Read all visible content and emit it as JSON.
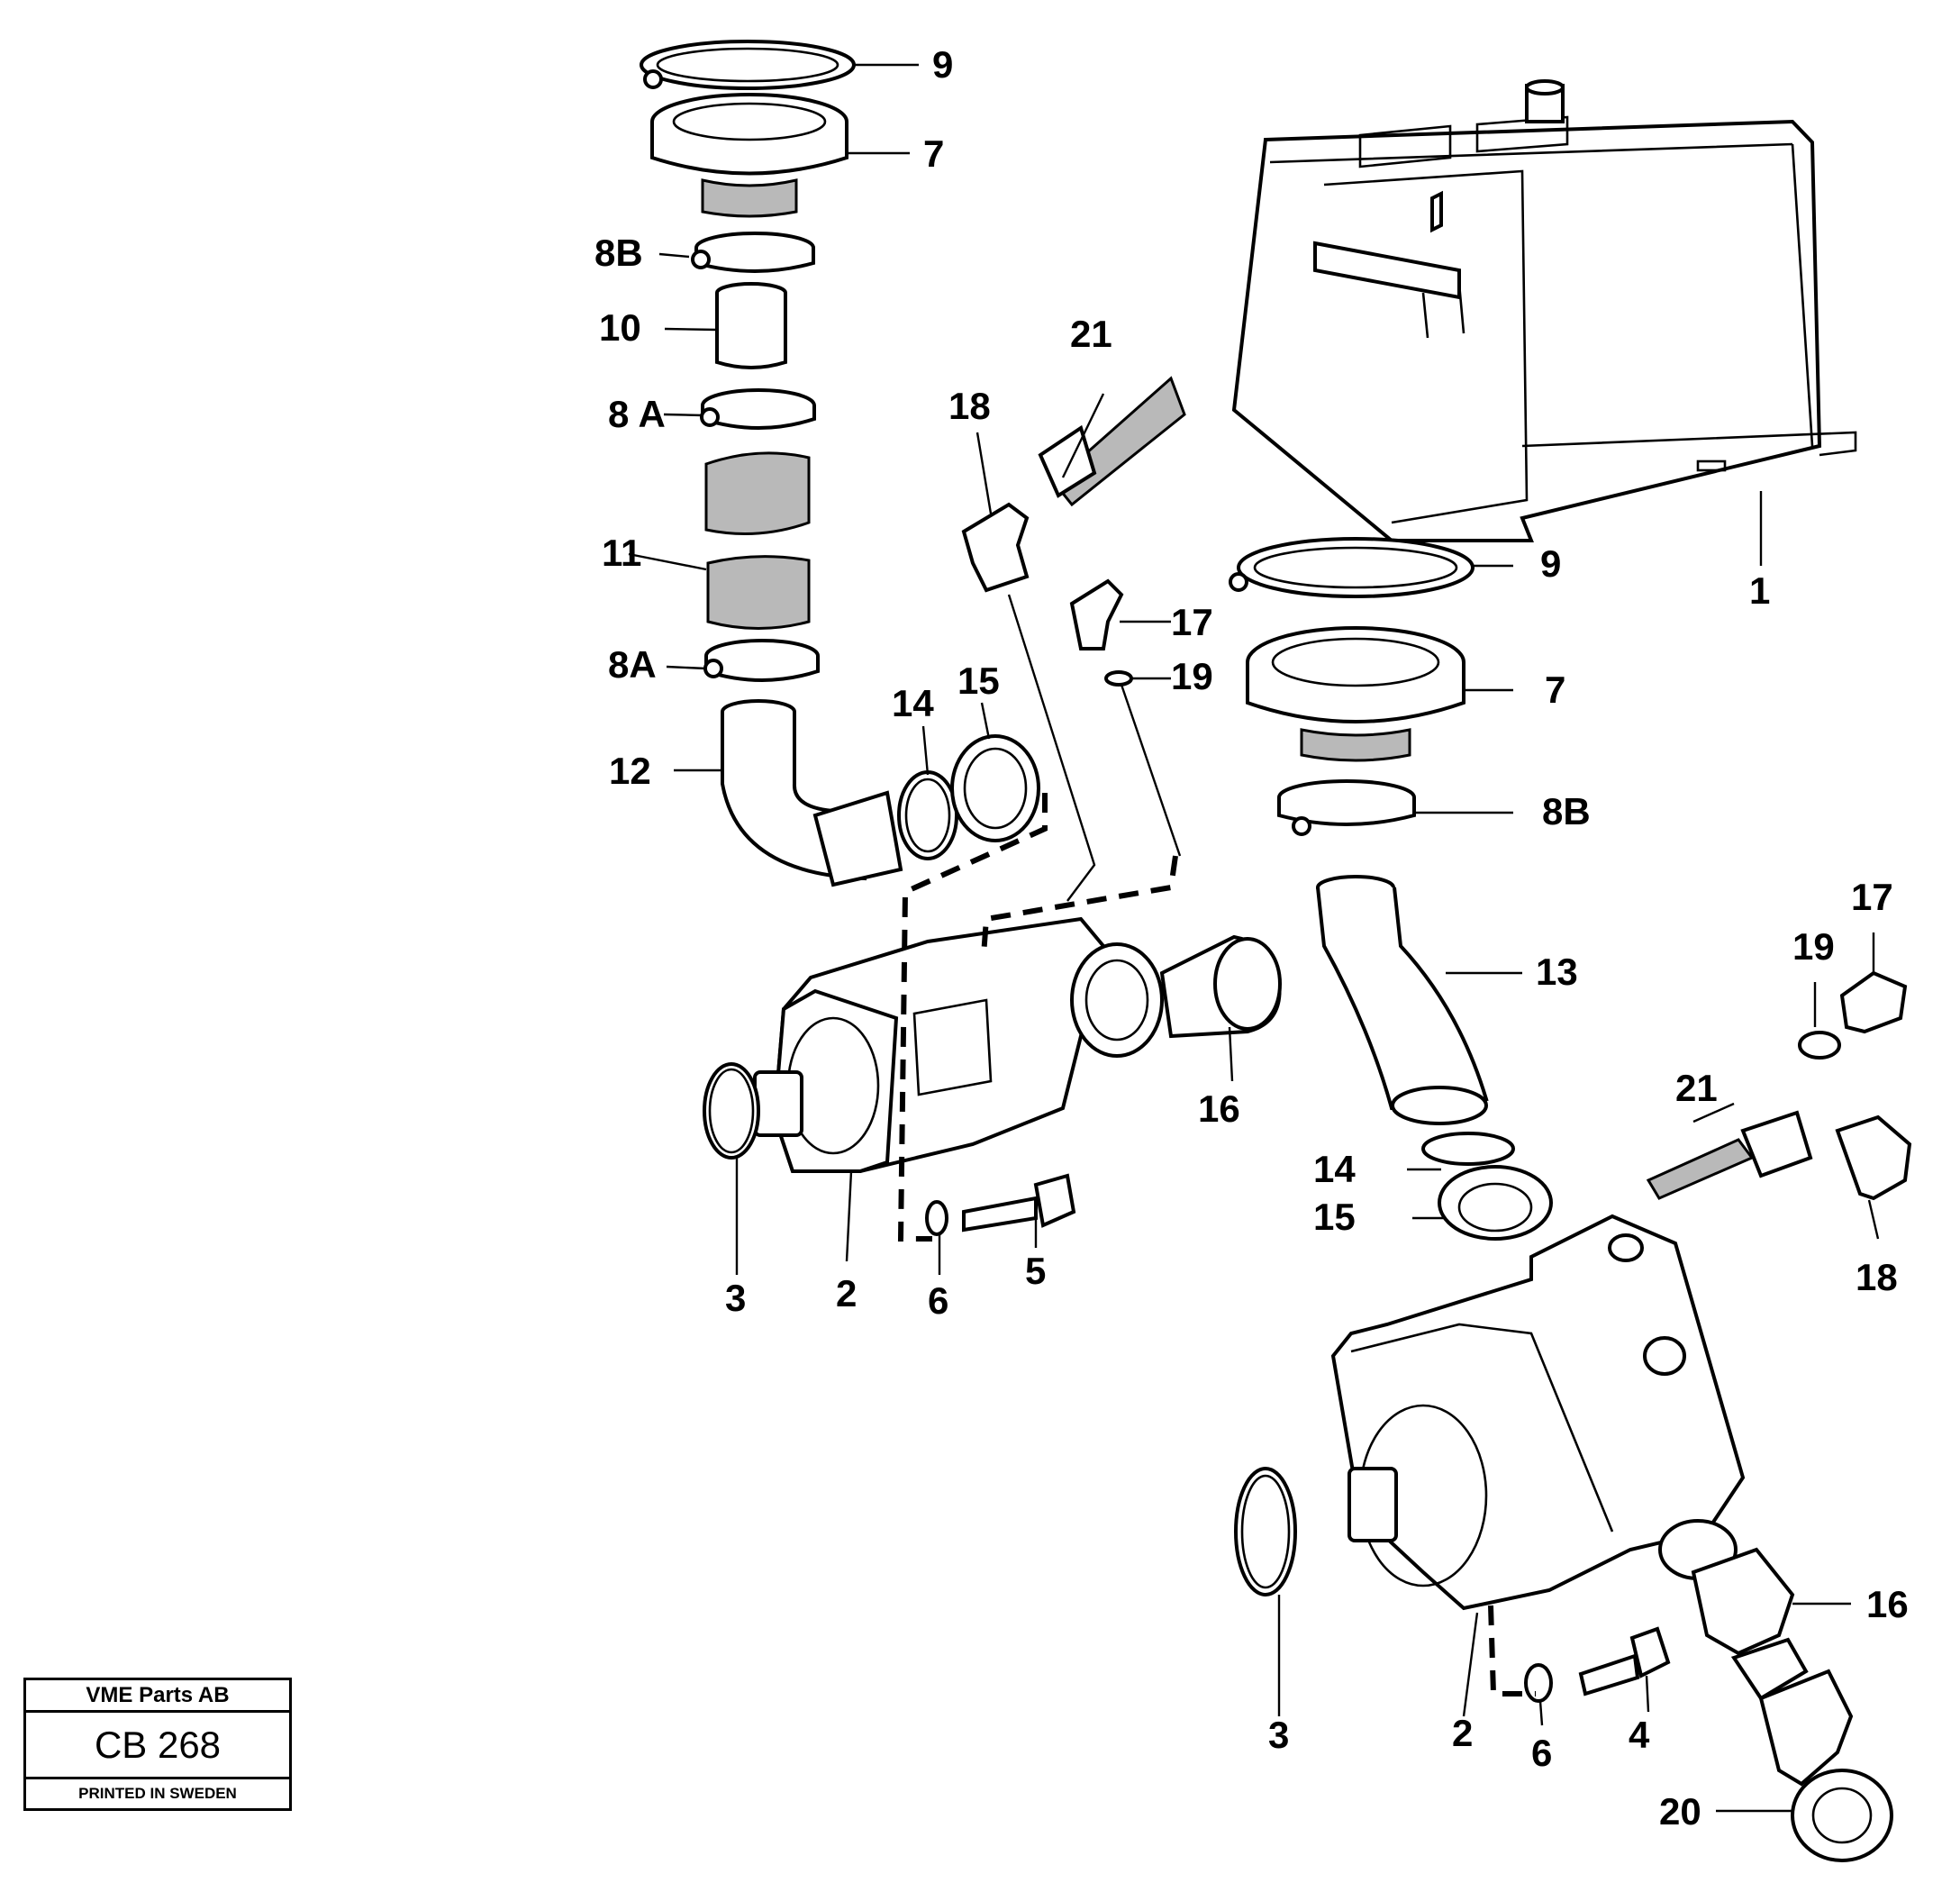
{
  "callouts": {
    "a9": "9",
    "a7": "7",
    "a8b": "8B",
    "a10": "10",
    "a8a_upper": "8 A",
    "a11": "11",
    "a8a_lower": "8A",
    "a12": "12",
    "a14": "14",
    "a15": "15",
    "a18": "18",
    "a21": "21",
    "a17": "17",
    "a19": "19",
    "a16": "16",
    "a3": "3",
    "a2": "2",
    "a6": "6",
    "a5": "5",
    "b1": "1",
    "b9": "9",
    "b7": "7",
    "b8b": "8B",
    "b13": "13",
    "b17": "17",
    "b19": "19",
    "b21": "21",
    "b14": "14",
    "b15": "15",
    "b18": "18",
    "b16": "16",
    "b3": "3",
    "b2": "2",
    "b6": "6",
    "b4": "4",
    "b20": "20"
  },
  "title_block": {
    "company": "VME Parts AB",
    "code": "CB 268",
    "printed": "PRINTED IN SWEDEN"
  }
}
